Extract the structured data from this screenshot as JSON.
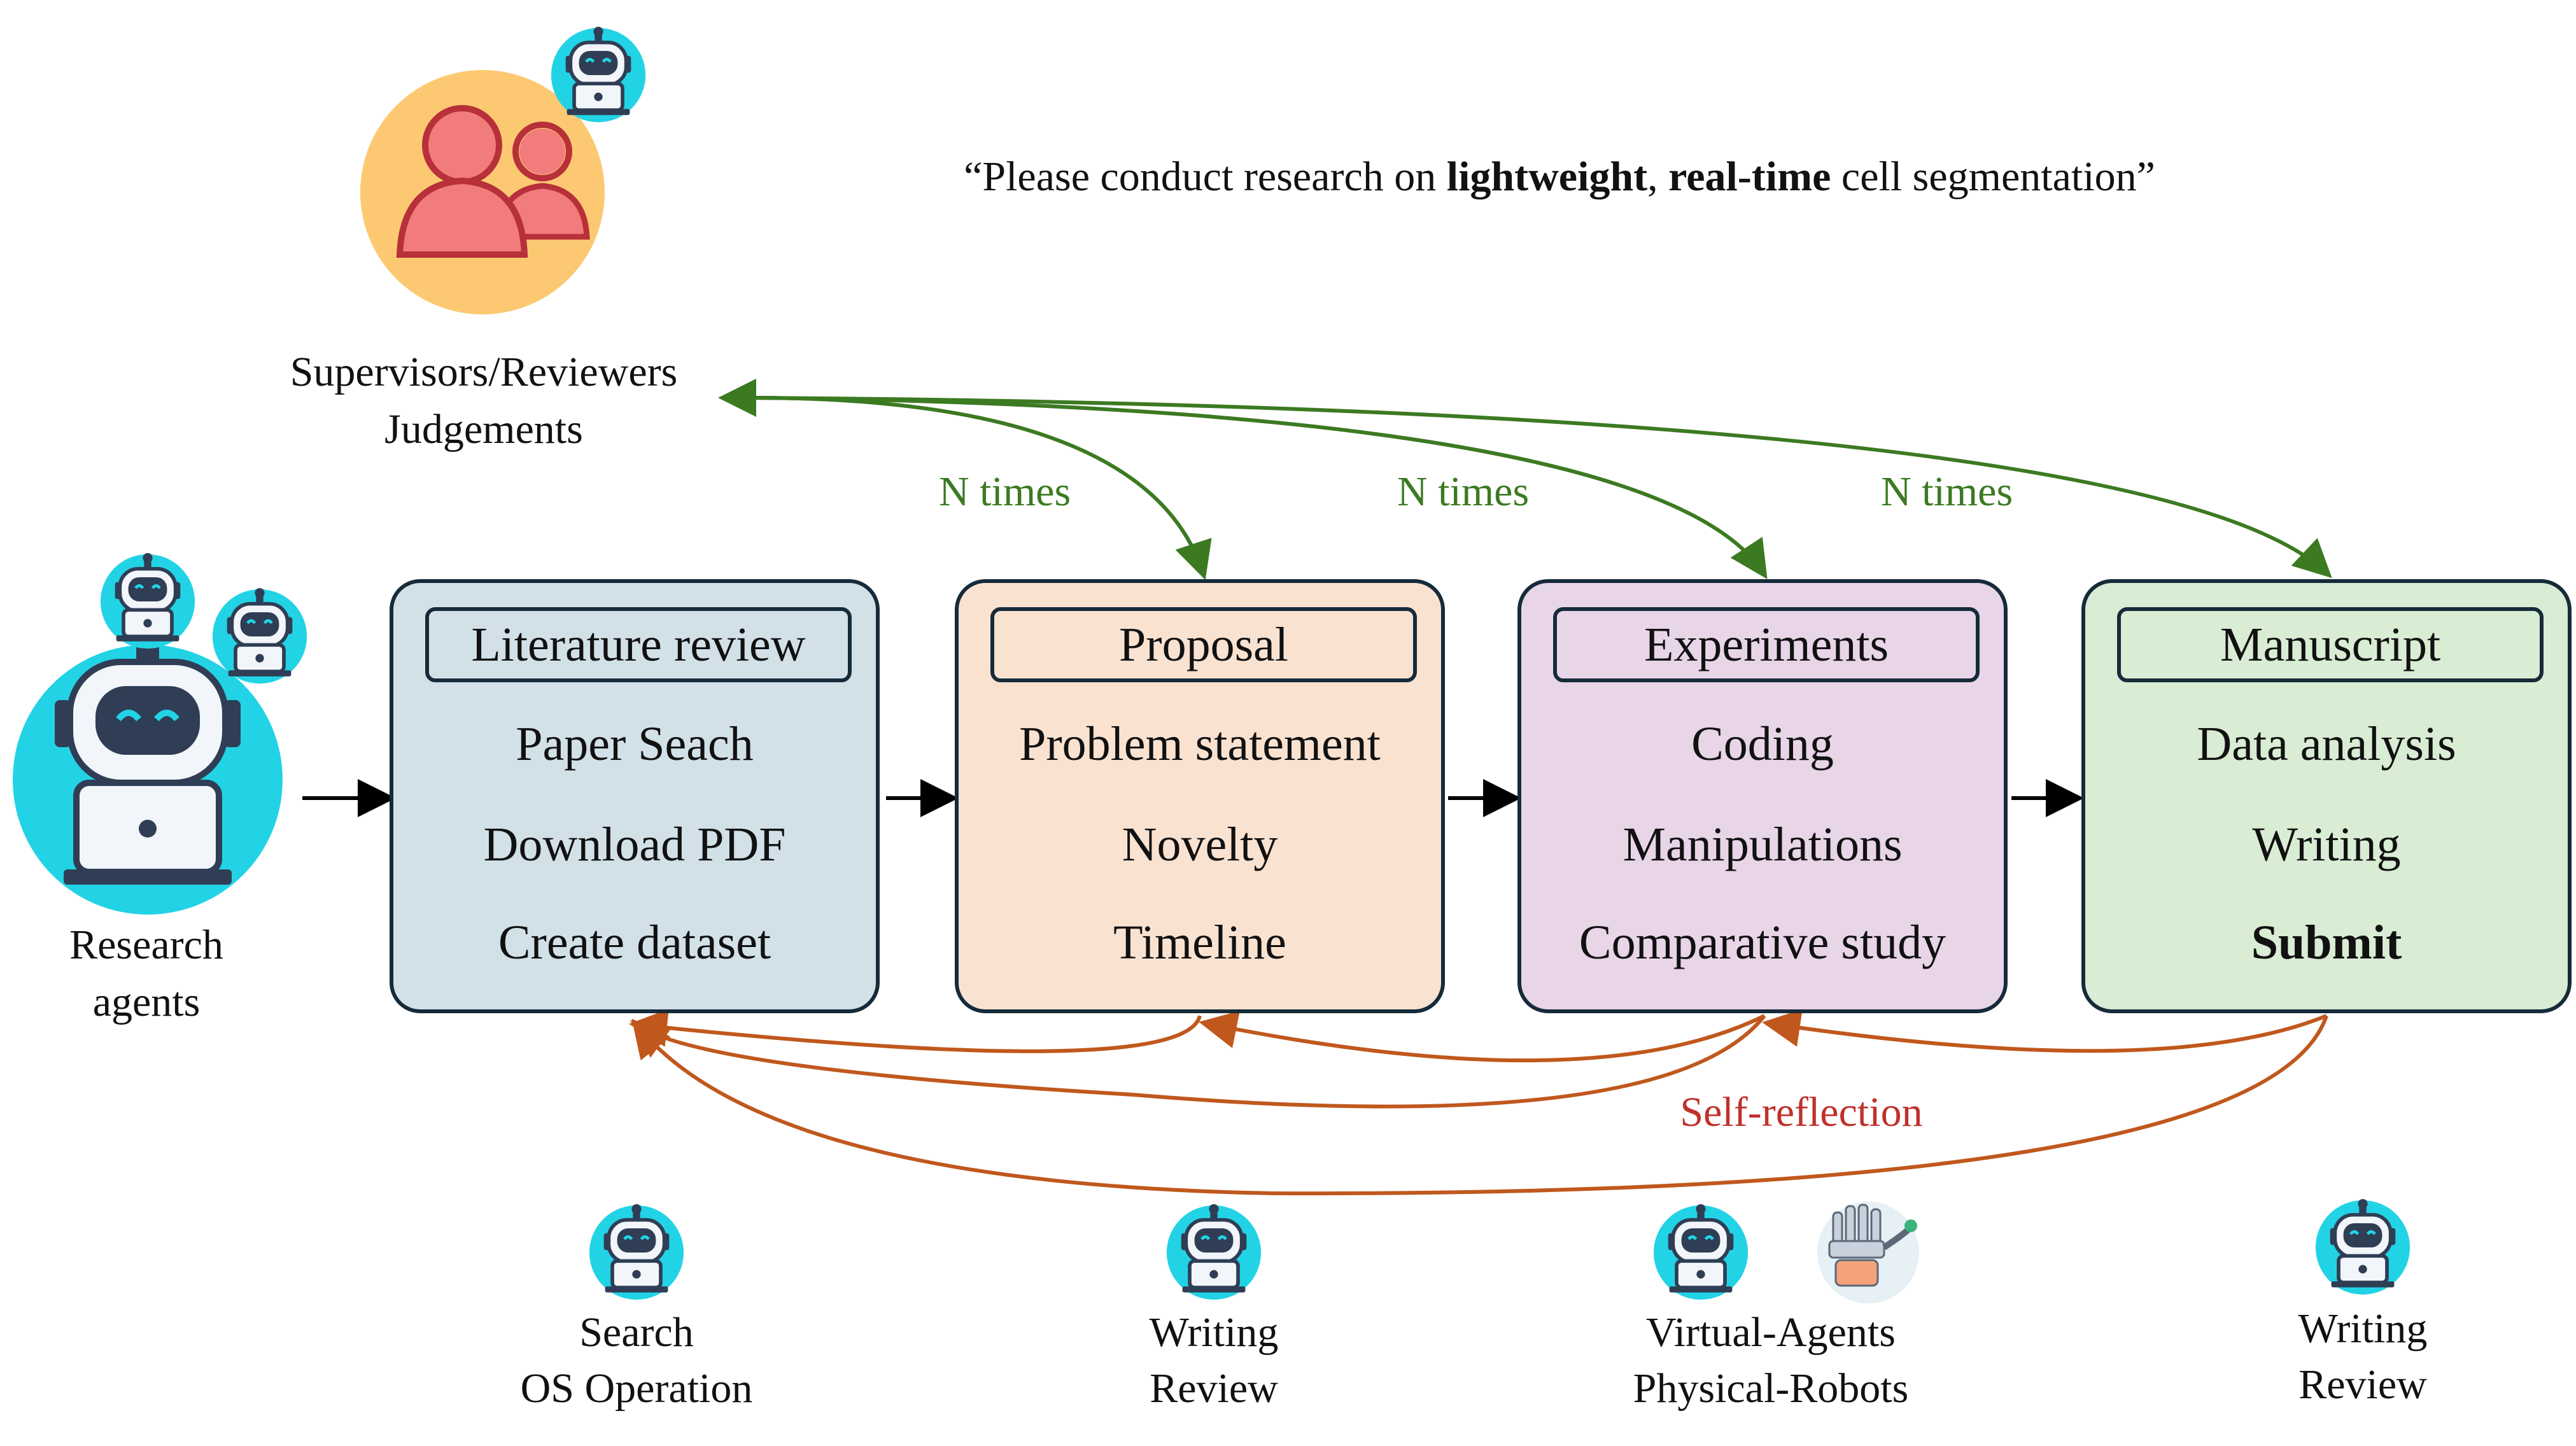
{
  "quote": {
    "open": "“Please conduct research on ",
    "bold1": "lightweight",
    "mid": ", ",
    "bold2": "real-time",
    "close": " cell segmentation”"
  },
  "supervisor": {
    "line1": "Supervisors/Reviewers",
    "line2": "Judgements"
  },
  "agents": {
    "line1": "Research",
    "line2": "agents"
  },
  "loop_label": "N times",
  "self_reflection": "Self-reflection",
  "stages": [
    {
      "title": "Literature review",
      "items": [
        "Paper Seach",
        "Download PDF",
        "Create dataset"
      ],
      "fill": "#d2e0e8"
    },
    {
      "title": "Proposal",
      "items": [
        "Problem statement",
        "Novelty",
        "Timeline"
      ],
      "fill": "#fae2d1"
    },
    {
      "title": "Experiments",
      "items": [
        "Coding",
        "Manipulations",
        "Comparative study"
      ],
      "fill": "#e8d5e8"
    },
    {
      "title": "Manuscript",
      "items": [
        "Data analysis",
        "Writing",
        "Submit"
      ],
      "fill": "#d9ecd4"
    }
  ],
  "tools": [
    {
      "line1": "Search",
      "line2": "OS Operation"
    },
    {
      "line1": "Writing",
      "line2": "Review"
    },
    {
      "line1": "Virtual-Agents",
      "line2": "Physical-Robots"
    },
    {
      "line1": "Writing",
      "line2": "Review"
    }
  ],
  "colors": {
    "feedback_green": "#3c7a22",
    "reflection_orange": "#c0581d",
    "reflection_text": "#c0312b",
    "border": "#162b3a",
    "robot_cyan": "#22d3e6",
    "supervisor_circle": "#fcc972",
    "supervisor_people": "#f27b7b"
  },
  "icons": {
    "supervisor": "people-icon",
    "agent": "robot-icon",
    "physical": "robot-hand-icon"
  }
}
